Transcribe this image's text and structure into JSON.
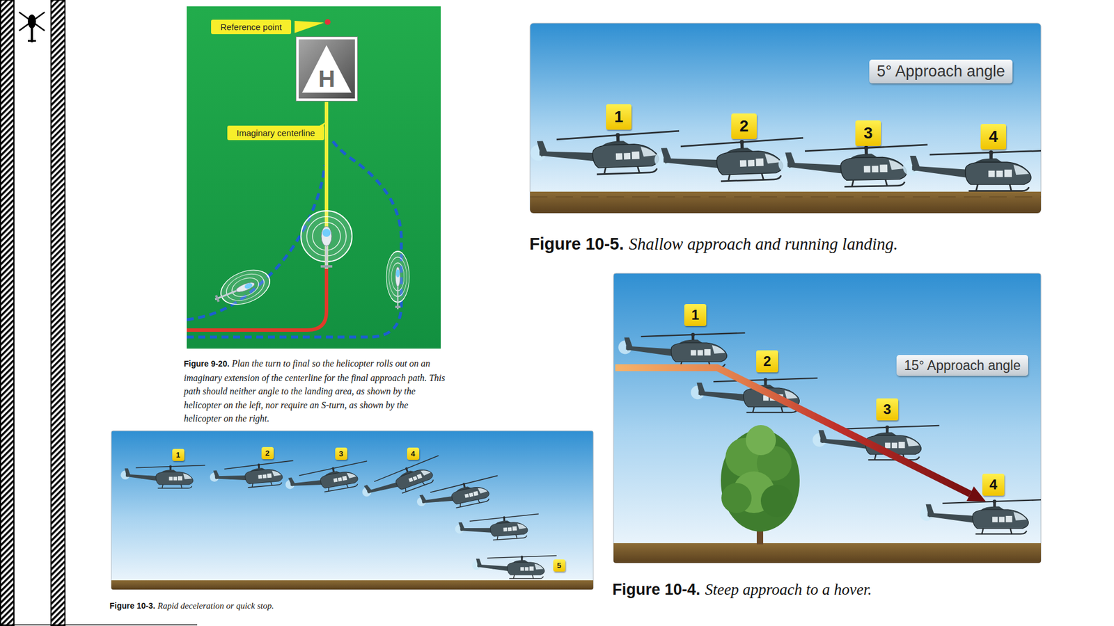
{
  "diagram": {
    "nodes": [
      {
        "text": [
          "H"
        ]
      },
      {
        "text": [
          "5° Approach angle"
        ]
      },
      {
        "text": [
          "15° Approach angle"
        ]
      }
    ],
    "labels": [
      "Reference point",
      "Imaginary centerline",
      "Figure 9-20.",
      "Plan the turn to final so the helicopter rolls out on an imaginary extension of the centerline for the final approach path. This path should neither angle to the landing area, as shown by the helicopter on the left, nor require an S-turn, as shown by the helicopter on the right.",
      "1",
      "2",
      "3",
      "4",
      "Figure 10-5.",
      "Shallow approach and running landing.",
      "1",
      "2",
      "3",
      "4",
      "Figure 10-4.",
      "Steep approach to a hover.",
      "1",
      "2",
      "3",
      "4",
      "5",
      "Figure 10-3.",
      "Rapid deceleration or quick stop."
    ]
  }
}
